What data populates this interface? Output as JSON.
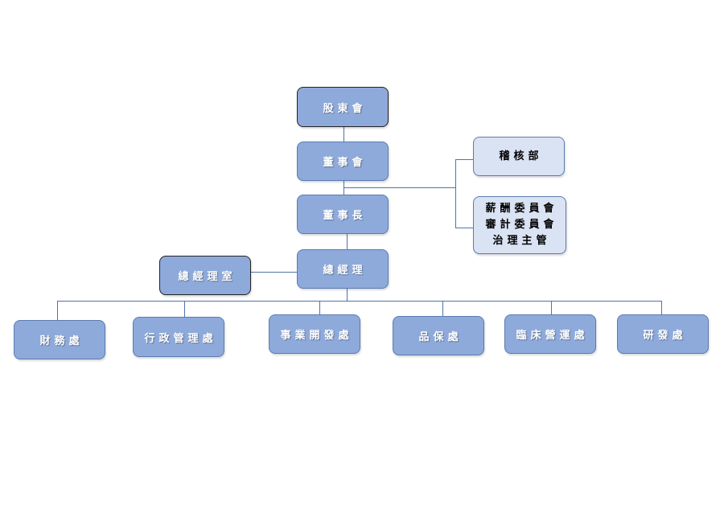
{
  "colors": {
    "box": "#8eaadb",
    "light_box": "#dae3f3",
    "line": "#4f74a8"
  },
  "nodes": {
    "shareholders": "股東會",
    "board": "董事會",
    "chairman": "董事長",
    "general_manager": "總經理",
    "gm_office": "總經理室",
    "audit": "稽核部",
    "committees": [
      "薪酬委員會",
      "審計委員會",
      "治理主管"
    ],
    "departments": [
      "財務處",
      "行政管理處",
      "事業開發處",
      "品保處",
      "臨床營運處",
      "研發處"
    ]
  }
}
